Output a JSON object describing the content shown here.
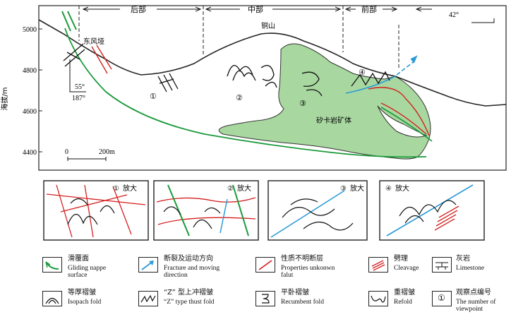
{
  "sections": {
    "rear": "后部",
    "middle": "中部",
    "front": "前部"
  },
  "dip_angle": "42°",
  "peak": "铜山",
  "place": "东风垭",
  "attitude": {
    "dip": "55°",
    "azimuth": "187°"
  },
  "y_axis": {
    "label": "海拔/m",
    "ticks": [
      "5000",
      "4800",
      "4600",
      "4400"
    ]
  },
  "scale": {
    "zero": "0",
    "length": "200m"
  },
  "ore_body": "矽卡岩矿体",
  "viewpoints": [
    "①",
    "②",
    "③",
    "④"
  ],
  "zoom_label": "放大",
  "colors": {
    "nappe": "#1a9a3a",
    "fracture": "#2a9ad8",
    "fault": "#d42020",
    "ore": "#a8d8a0"
  },
  "legend": [
    {
      "zh": "滑覆面",
      "en1": "Gliding nappe",
      "en2": "surface",
      "icon": "gliding-nappe-icon"
    },
    {
      "zh": "断裂及运动方向",
      "en1": "Fracture and moving",
      "en2": "direction",
      "icon": "fracture-arrow-icon"
    },
    {
      "zh": "性质不明断层",
      "en1": "Properties unkonwn",
      "en2": "falut",
      "icon": "unknown-fault-icon"
    },
    {
      "zh": "劈理",
      "en1": "Cleavage",
      "en2": "",
      "icon": "cleavage-icon"
    },
    {
      "zh": "灰岩",
      "en1": "Limestone",
      "en2": "",
      "icon": "limestone-icon"
    },
    {
      "zh": "等厚褶皱",
      "en1": "Isopach fold",
      "en2": "",
      "icon": "isopach-fold-icon"
    },
    {
      "zh": "“Z” 型上冲褶皱",
      "en1": "“Z” type thust fold",
      "en2": "",
      "icon": "z-thrust-fold-icon"
    },
    {
      "zh": "平卧褶皱",
      "en1": "Recumbent fold",
      "en2": "",
      "icon": "recumbent-fold-icon"
    },
    {
      "zh": "重褶皱",
      "en1": "Refold",
      "en2": "",
      "icon": "refold-icon"
    },
    {
      "zh": "观察点编号",
      "en1": "The number of",
      "en2": "viewpoint",
      "icon": "viewpoint-number-icon"
    }
  ]
}
